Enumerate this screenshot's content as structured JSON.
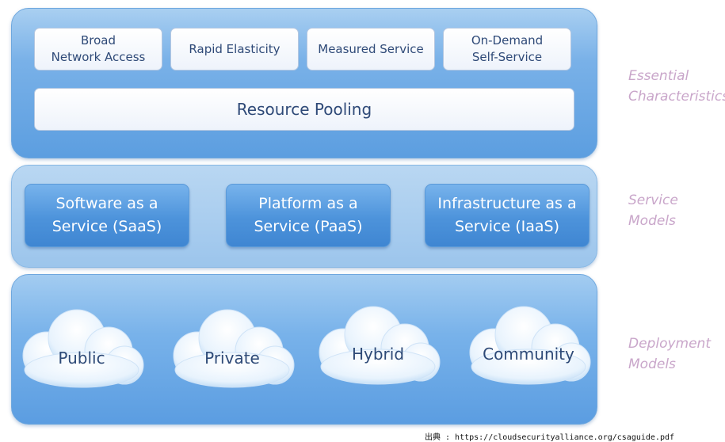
{
  "essential": {
    "label": "Essential\nCharacteristics",
    "items": [
      "Broad\nNetwork Access",
      "Rapid Elasticity",
      "Measured Service",
      "On-Demand\nSelf-Service"
    ],
    "pooling": "Resource Pooling"
  },
  "service": {
    "label": "Service\nModels",
    "items": [
      "Software as a\nService (SaaS)",
      "Platform as a\nService (PaaS)",
      "Infrastructure as a\nService (IaaS)"
    ]
  },
  "deployment": {
    "label": "Deployment\nModels",
    "items": [
      "Public",
      "Private",
      "Hybrid",
      "Community"
    ]
  },
  "source_note": "出典 : https://cloudsecurityalliance.org/csaguide.pdf",
  "colors": {
    "panel": "#5c9ee0",
    "box_text": "#2f4a78",
    "side_label": "#c9a6ca"
  }
}
